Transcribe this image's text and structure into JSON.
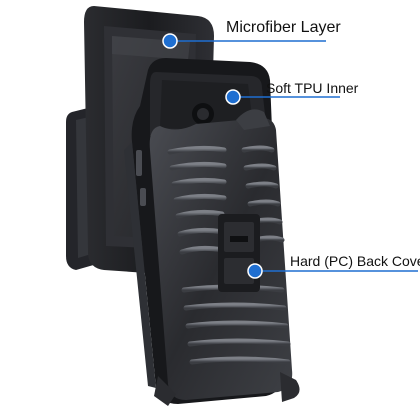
{
  "callouts": {
    "microfiber": "Microfiber Layer",
    "tpu_inner": "Soft TPU Inner",
    "back_cover": "Hard (PC) Back Cover"
  },
  "colors": {
    "dot": "#1f6fd1",
    "line": "#1f6fd1",
    "case_dark": "#1c1d20",
    "case_mid": "#3a3c41",
    "case_light": "#6e7077"
  }
}
